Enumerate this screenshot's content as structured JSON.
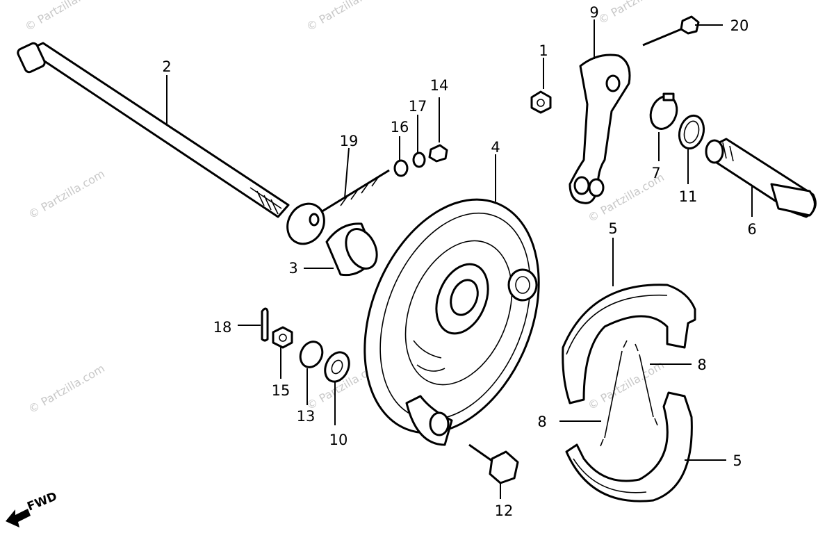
{
  "callouts": {
    "n1": "1",
    "n2": "2",
    "n3": "3",
    "n4": "4",
    "n5a": "5",
    "n5b": "5",
    "n6": "6",
    "n7": "7",
    "n8a": "8",
    "n8b": "8",
    "n9": "9",
    "n10": "10",
    "n11": "11",
    "n12": "12",
    "n13": "13",
    "n14": "14",
    "n15": "15",
    "n16": "16",
    "n17": "17",
    "n18": "18",
    "n19": "19",
    "n20": "20"
  },
  "watermark": "© Partzilla.com",
  "fwd": "FWD"
}
